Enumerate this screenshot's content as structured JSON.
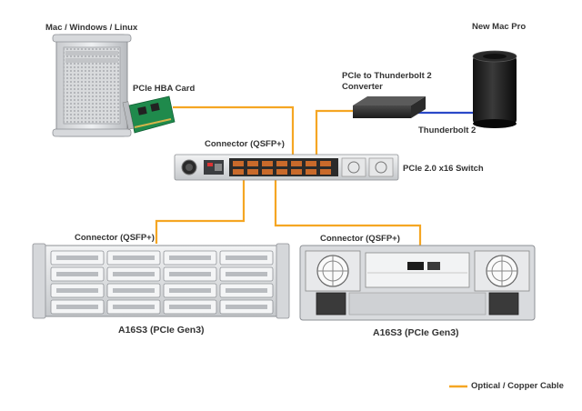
{
  "labels": {
    "host_left": "Mac / Windows / Linux",
    "host_right": "New Mac Pro",
    "pcie_hba": "PCIe HBA Card",
    "tb_converter_line1": "PCIe to Thunderbolt 2",
    "tb_converter_line2": "Converter",
    "thunderbolt": "Thunderbolt 2",
    "switch_connector": "Connector (QSFP+)",
    "switch": "PCIe 2.0 x16 Switch",
    "left_connector": "Connector (QSFP+)",
    "right_connector": "Connector (QSFP+)",
    "left_storage": "A16S3 (PCIe Gen3)",
    "right_storage": "A16S3 (PCIe Gen3)",
    "legend": "Optical / Copper Cable"
  },
  "colors": {
    "cable": "#f5a623",
    "thunderbolt": "#2a49c8",
    "text": "#333333"
  }
}
